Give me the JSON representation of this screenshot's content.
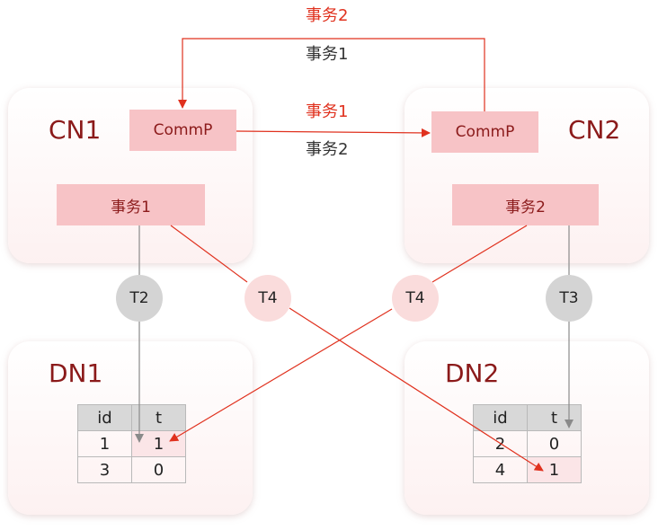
{
  "nodes": {
    "cn1": {
      "label": "CN1",
      "commp": "CommP",
      "txn": "事务1"
    },
    "cn2": {
      "label": "CN2",
      "commp": "CommP",
      "txn": "事务2"
    },
    "dn1": {
      "label": "DN1",
      "columns": [
        "id",
        "t"
      ],
      "rows": [
        [
          "1",
          "1"
        ],
        [
          "3",
          "0"
        ]
      ]
    },
    "dn2": {
      "label": "DN2",
      "columns": [
        "id",
        "t"
      ],
      "rows": [
        [
          "2",
          "0"
        ],
        [
          "4",
          "1"
        ]
      ]
    }
  },
  "messages": {
    "top_red": "事务2",
    "top_dark": "事务1",
    "mid_red": "事务1",
    "mid_dark": "事务2"
  },
  "steps": {
    "t2": "T2",
    "t4_left": "T4",
    "t4_right": "T4",
    "t3": "T3"
  },
  "colors": {
    "red": "#e0311e",
    "gray": "#8a8a8a",
    "node_label": "#8b1a1a",
    "pill": "#f7c3c6"
  }
}
